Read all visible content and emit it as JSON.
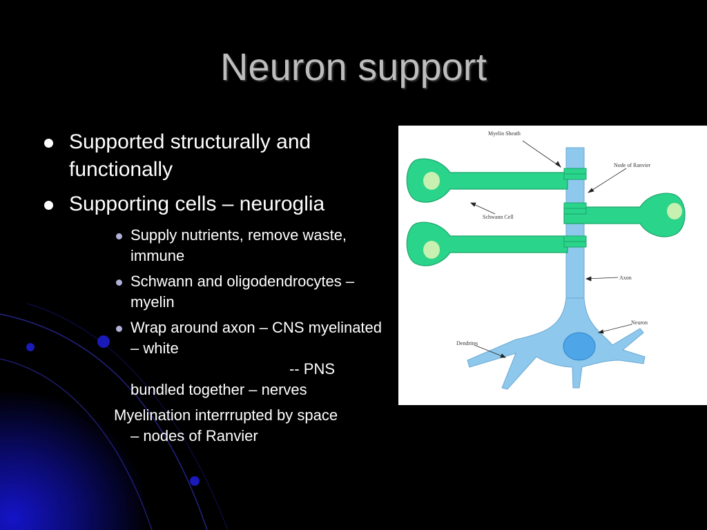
{
  "slide": {
    "title": "Neuron support",
    "bullets": [
      {
        "text": "Supported structurally and functionally"
      },
      {
        "text": "Supporting cells – neuroglia"
      }
    ],
    "sub_bullets": [
      {
        "text": "Supply nutrients, remove waste, immune"
      },
      {
        "text": "Schwann and oligodendrocytes – myelin"
      },
      {
        "line1": "Wrap around axon – CNS myelinated – white",
        "line2": "-- PNS",
        "line3": "bundled together – nerves"
      }
    ],
    "note": {
      "line1": "Myelination interrrupted by space",
      "line2": "– nodes of Ranvier"
    }
  },
  "figure": {
    "labels": {
      "myelin_sheath": "Myelin Sheath",
      "node_of_ranvier": "Node of Ranvier",
      "schwann_cell": "Schwann Cell",
      "axon": "Axon",
      "neuron": "Neuron",
      "dendrites": "Dendrites"
    },
    "colors": {
      "schwann": "#2ad48a",
      "axon": "#8ec8ec",
      "nucleus": "#c8f0b0",
      "neuron_nucleus": "#4ea6e8",
      "arrow": "#222222"
    }
  },
  "theme": {
    "background": "#000000",
    "accent": "#1010a0",
    "title_color": "#bdbdbd"
  }
}
